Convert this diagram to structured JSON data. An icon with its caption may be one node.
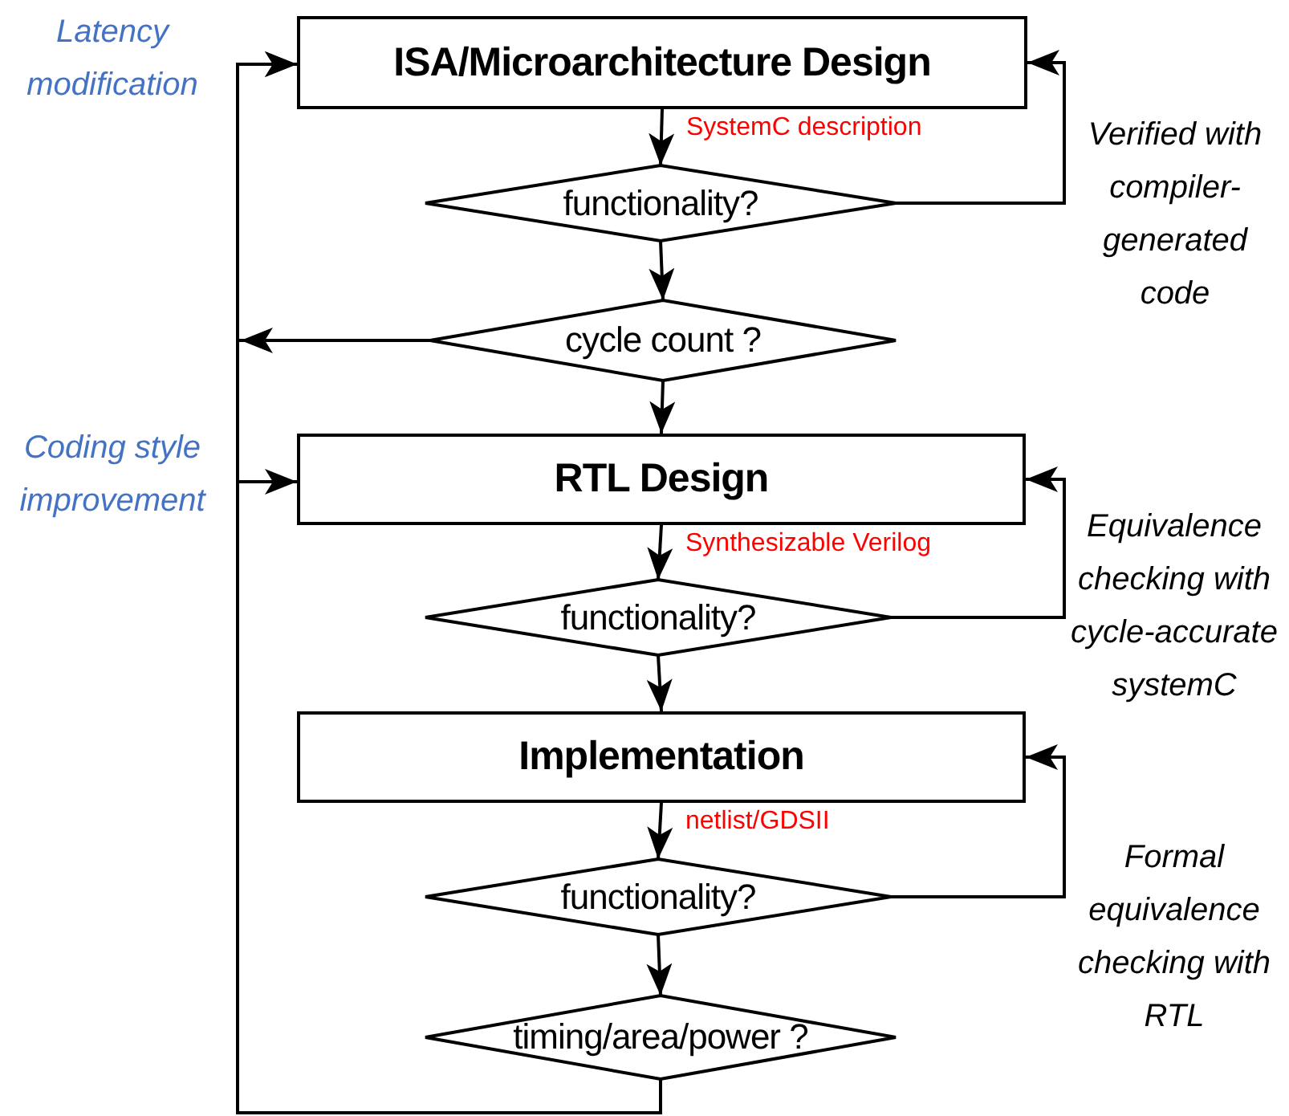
{
  "diagram": {
    "nodes": [
      {
        "text": [
          "ISA/Microarchitecture Design"
        ]
      },
      {
        "text": [
          "functionality?"
        ]
      },
      {
        "text": [
          "cycle count ?"
        ]
      },
      {
        "text": [
          "RTL Design"
        ]
      },
      {
        "text": [
          "functionality?"
        ]
      },
      {
        "text": [
          "Implementation"
        ]
      },
      {
        "text": [
          "functionality?"
        ]
      },
      {
        "text": [
          "timing/area/power ?"
        ]
      }
    ],
    "edges": [
      {
        "from": 0,
        "to": 1,
        "arrow": "to",
        "label": "SystemC description"
      },
      {
        "from": 1,
        "to": 2,
        "arrow": "to"
      },
      {
        "from": 2,
        "to": 3,
        "arrow": "to"
      },
      {
        "from": 3,
        "to": 4,
        "arrow": "to",
        "label": "Synthesizable Verilog"
      },
      {
        "from": 4,
        "to": 5,
        "arrow": "to"
      },
      {
        "from": 5,
        "to": 6,
        "arrow": "to",
        "label": "netlist/GDSII"
      },
      {
        "from": 6,
        "to": 7,
        "arrow": "to"
      },
      {
        "from": 1,
        "to": 0,
        "arrow": "to"
      },
      {
        "from": 4,
        "to": 3,
        "arrow": "to"
      },
      {
        "from": 6,
        "to": 5,
        "arrow": "to"
      },
      {
        "from": 2,
        "to": 0,
        "arrow": "to"
      },
      {
        "from": 7,
        "to": 0,
        "arrow": "to"
      },
      {
        "from": 7,
        "to": 3,
        "arrow": "to"
      }
    ],
    "labels": [
      "Latency modification",
      "Verified with compiler-generated code",
      "Coding style improvement",
      "Equivalence checking with cycle-accurate systemC",
      "Formal equivalence checking with RTL"
    ]
  }
}
